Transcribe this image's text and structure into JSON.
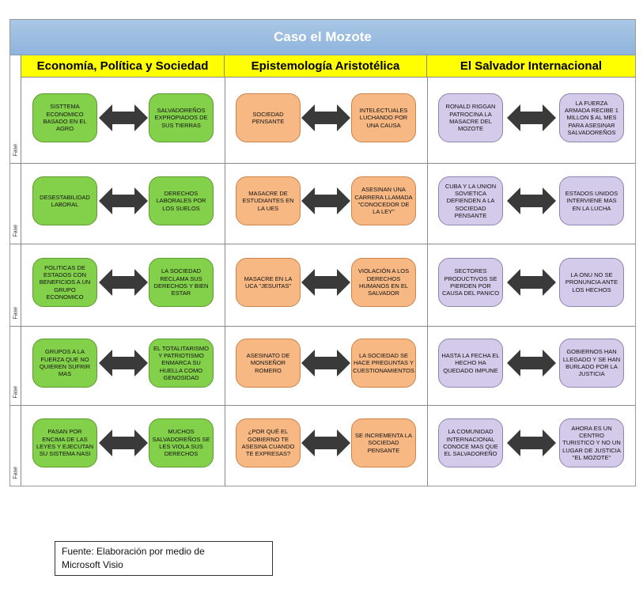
{
  "title": "Caso el Mozote",
  "columns": [
    "Economía, Política y Sociedad",
    "Epistemología Aristotélica",
    "El Salvador Internacional"
  ],
  "phase_label": "Fase",
  "rows": [
    {
      "phase": "Fase",
      "cells": [
        {
          "left": "SISTTEMA ECONOMICO BASADO EN EL AGRO",
          "right": "SALVADOREÑOS EXPROPIADOS DE SUS TIERRAS"
        },
        {
          "left": "SOCIEDAD PENSANTE",
          "right": "INTELECTUALES LUCHANDO POR UNA CAUSA"
        },
        {
          "left": "RONALD RIGGAN PATROCINA LA MASACRE DEL MOZOTE",
          "right": "LA FUERZA ARMADA RECIBE 1 MILLON $ AL MES PARA ASESINAR SALVADOREÑOS"
        }
      ]
    },
    {
      "phase": "Fase",
      "cells": [
        {
          "left": "DESESTABILIDAD LABORAL",
          "right": "DERECHOS LABORALES POR LOS SUELOS"
        },
        {
          "left": "MASACRE DE ESTUDIANTES EN LA UES",
          "right": "ASESINAN UNA CARRERA LLAMADA \"CONOCEDOR DE LA LEY\""
        },
        {
          "left": "CUBA Y LA UNION SOVIETICA DEFIENDEN A LA SOCIEDAD PENSANTE",
          "right": "ESTADOS UNIDOS INTERVIENE MAS EN LA LUCHA"
        }
      ]
    },
    {
      "phase": "Fase",
      "cells": [
        {
          "left": "POLITICAS DE ESTADOS CON BENEFICIOS A UN GRUPO ECONOMICO",
          "right": "LA SOCIEDAD RECLAMA SUS DERECHOS Y BIEN ESTAR"
        },
        {
          "left": "MASACRE EN LA UCA \"JESUITAS\"",
          "right": "VIOLACIÓN A LOS DERECHOS HUMANOS EN EL SALVADOR"
        },
        {
          "left": "SECTORES PRODUCTIVOS SE PIERDEN POR CAUSA DEL PANICO",
          "right": "LA ONU NO SE PRONUNCIA ANTE LOS HECHOS"
        }
      ]
    },
    {
      "phase": "Fase",
      "cells": [
        {
          "left": "GRUPOS A LA FUERZA QUE NO QUIEREN SUFRIR MAS",
          "right": "EL TOTALITARISMO Y PATRIOTISMO ENMARCA SU HUELLA COMO GENOSIDAD"
        },
        {
          "left": "ASESINATO DE MONSEÑOR ROMERO",
          "right": "LA SOCIEDAD SE HACE PREGUNTAS Y CUESTIONAMIENTOS"
        },
        {
          "left": "HASTA LA FECHA EL HECHO HA QUEDADO IMPUNE",
          "right": "GOBIERNOS HAN LLEGADO Y SE HAN BURLADO POR LA JUSTICIA"
        }
      ]
    },
    {
      "phase": "Fase",
      "cells": [
        {
          "left": "PASAN POR ENCIMA DE LAS LEYES Y EJECUTAN SU SISTEMA NASI",
          "right": "MUCHOS SALVADOREÑOS SE LES VIOLA SUS DERECHOS"
        },
        {
          "left": "¿Por qué EL GOBIERNO TE ASESINA CUANDO TE EXPRESAS?",
          "right": "SE INCREMENTA LA SOCIEDAD PENSANTE"
        },
        {
          "left": "LA COMUNIDAD INTERNACIONAL CONOCE MAS QUE EL SALVADOREÑO",
          "right": "AHORA ES UN CENTRO TURISTICO Y NO UN LUGAR DE JUSTICIA \"EL MOZOTE\""
        }
      ]
    }
  ],
  "column_colors": [
    "#83d04b",
    "#f7b884",
    "#d4cbeb"
  ],
  "arrow_color": "#3a3a3a",
  "source": {
    "line1": "Fuente: Elaboración por medio de",
    "line2": "Microsoft Visio"
  }
}
